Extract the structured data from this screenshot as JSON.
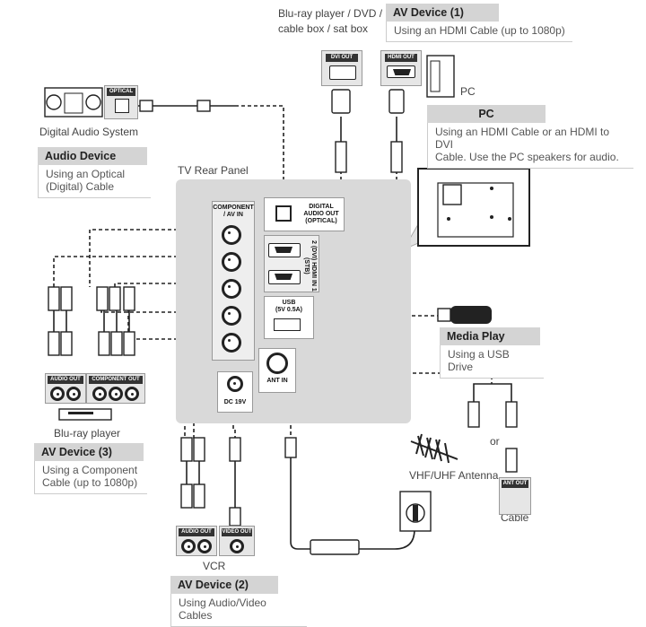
{
  "headings": {
    "av1": "AV Device (1)",
    "av1_desc": "Using an HDMI Cable (up to 1080p)",
    "pc": "PC",
    "pc_desc_1": "Using an HDMI Cable or an HDMI to DVI",
    "pc_desc_2": "Cable. Use the PC speakers for audio.",
    "audio": "Audio Device",
    "audio_desc_1": "Using an Optical",
    "audio_desc_2": "(Digital) Cable",
    "media": "Media Play",
    "media_desc": "Using a USB Drive",
    "av3": "AV Device (3)",
    "av3_desc_1": "Using a Component",
    "av3_desc_2": "Cable (up to 1080p)",
    "av2": "AV Device (2)",
    "av2_desc": "Using Audio/Video Cables"
  },
  "labels": {
    "bluray_dvd_1": "Blu-ray player / DVD /",
    "bluray_dvd_2": "cable box / sat box",
    "pc_small": "PC",
    "digital_audio_system": "Digital Audio System",
    "tv_rear_panel": "TV Rear Panel",
    "bluray_player": "Blu-ray player",
    "vhf_uhf": "VHF/UHF Antenna",
    "or": "or",
    "cable": "Cable",
    "vcr": "VCR"
  },
  "ports": {
    "dvi_out": "DVI OUT",
    "hdmi_out": "HDMI OUT",
    "optical": "OPTICAL",
    "component_av_in_1": "COMPONENT",
    "component_av_in_2": "/ AV IN",
    "digital_audio_out_1": "DIGITAL",
    "digital_audio_out_2": "AUDIO OUT",
    "digital_audio_out_3": "(OPTICAL)",
    "hdmi_in_2": "2 (DVI)",
    "hdmi_in_1": "1 (STB)",
    "hdmi_in": "HDMI IN",
    "usb": "USB",
    "usb_power": "(5V 0.5A)",
    "ant_in": "ANT IN",
    "dc": "DC 19V",
    "audio_out": "AUDIO OUT",
    "component_out": "COMPONENT OUT",
    "video_out": "VIDEO OUT",
    "ant_out": "ANT OUT"
  }
}
